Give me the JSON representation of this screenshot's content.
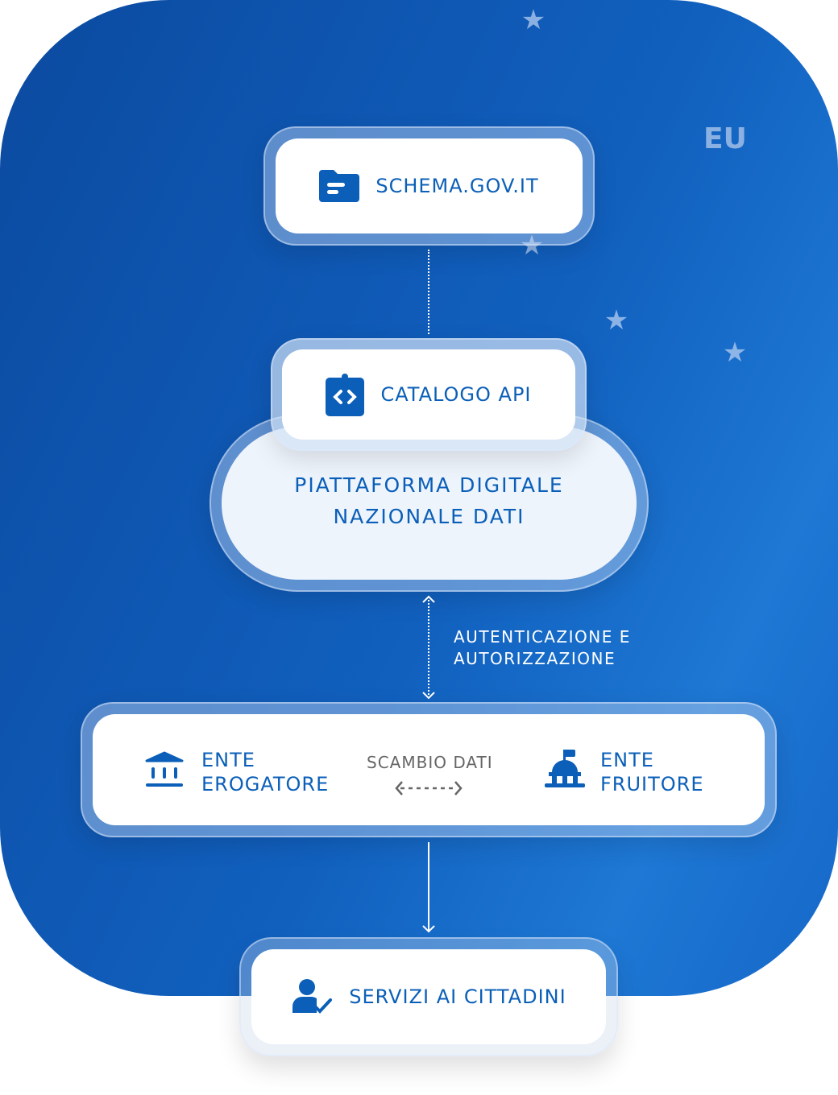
{
  "region_label": "EU",
  "nodes": {
    "schema": "SCHEMA.GOV.IT",
    "catalogo": "CATALOGO API",
    "piattaforma_line1": "PIATTAFORMA DIGITALE",
    "piattaforma_line2": "NAZIONALE DATI",
    "erogatore_line1": "ENTE",
    "erogatore_line2": "EROGATORE",
    "scambio": "SCAMBIO DATI",
    "fruitore_line1": "ENTE",
    "fruitore_line2": "FRUITORE",
    "servizi": "SERVIZI AI CITTADINI"
  },
  "edges": {
    "auth_line1": "AUTENTICAZIONE E",
    "auth_line2": "AUTORIZZAZIONE"
  },
  "colors": {
    "accent": "#0b5fb8",
    "background": "#1160be"
  }
}
